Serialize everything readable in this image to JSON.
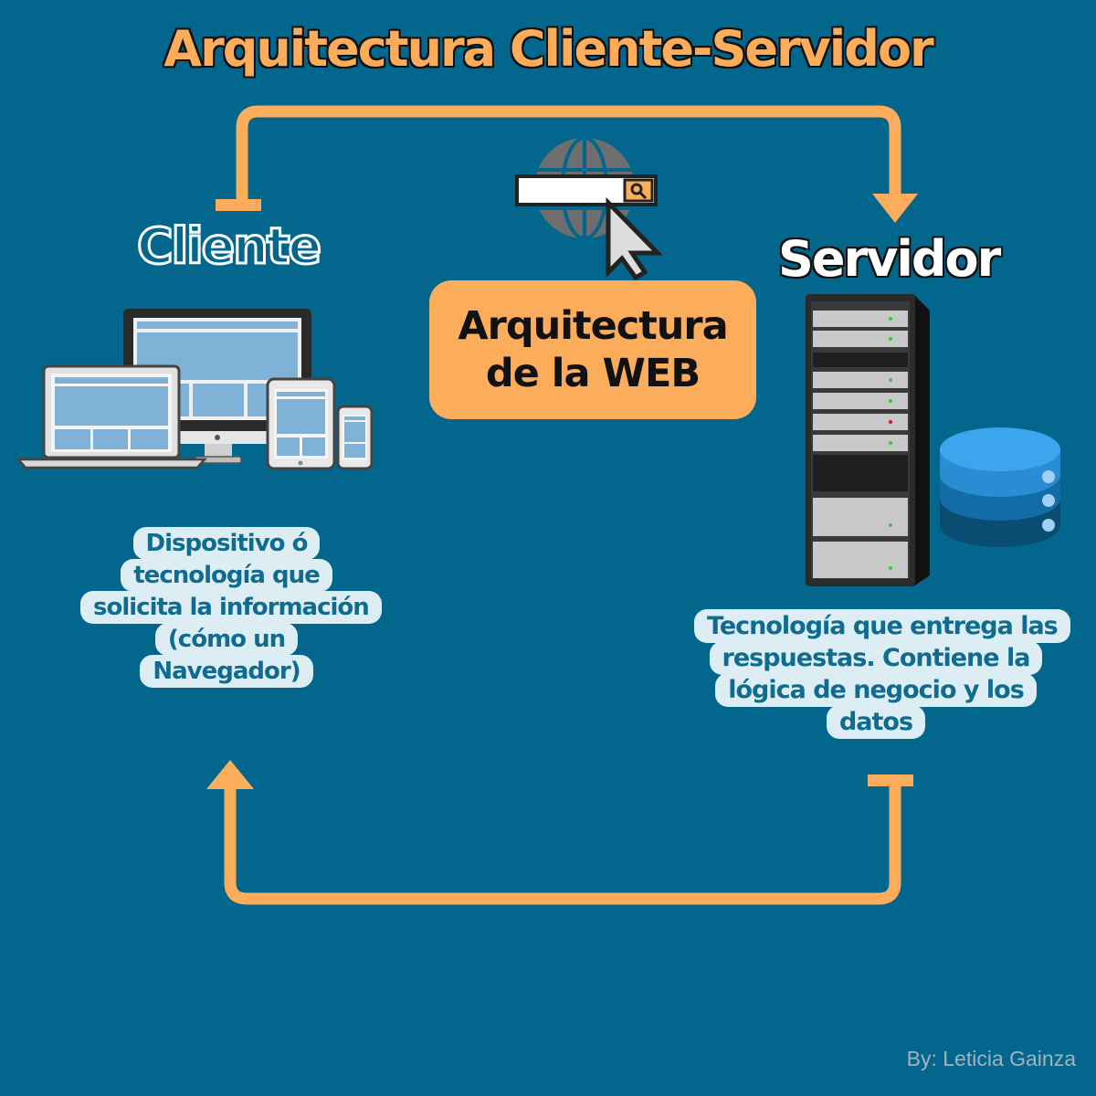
{
  "title": "Arquitectura Cliente-Servidor",
  "client": {
    "title": "Cliente",
    "description": "Dispositivo ó tecnología que solicita la información (cómo un Navegador)"
  },
  "server": {
    "title": "Servidor",
    "description": "Tecnología que entrega las respuestas. Contiene la lógica de negocio y los datos"
  },
  "center": {
    "label": "Arquitectura de la WEB"
  },
  "credit": "By: Leticia Gainza",
  "colors": {
    "background": "#03668c",
    "accent_orange": "#fbad5c",
    "description_bg": "#dcedf3",
    "description_text": "#0f6b90"
  },
  "icons": [
    "globe-search-icon",
    "cursor-icon",
    "devices-icon",
    "server-rack-icon",
    "database-icon"
  ]
}
